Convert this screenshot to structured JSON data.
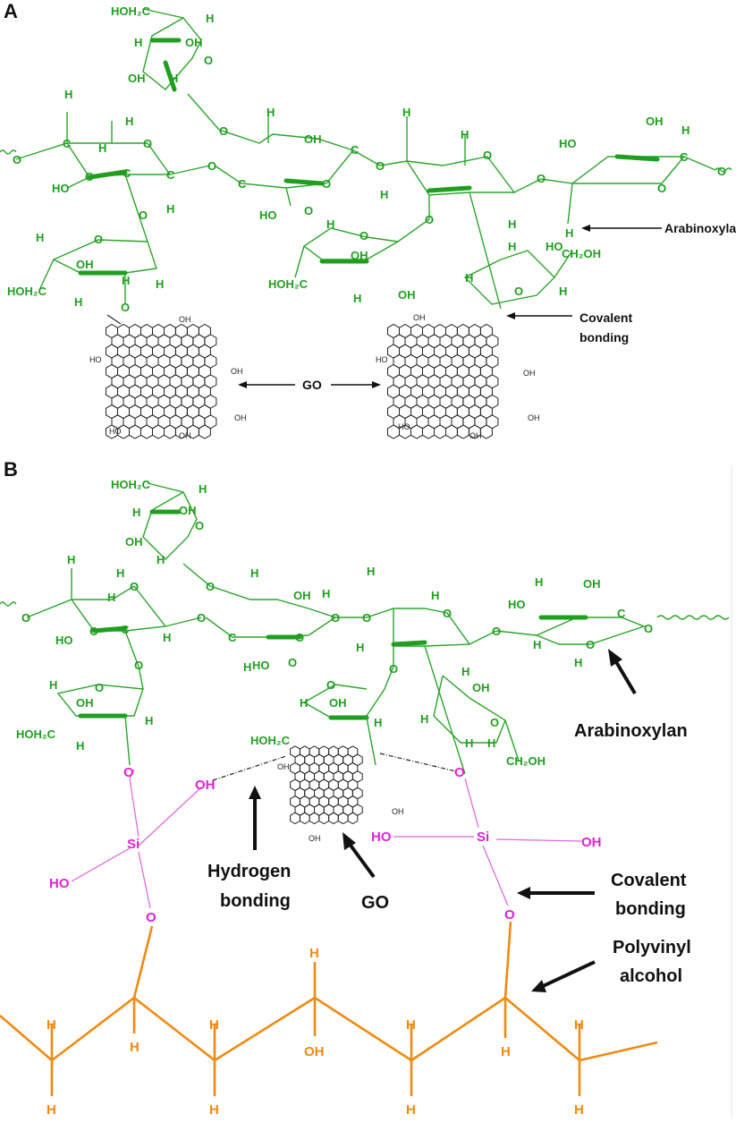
{
  "panels": [
    {
      "letter": "A",
      "labels": {
        "arabinoxylan": "Arabinoxylan",
        "covalent": [
          "Covalent",
          "bonding"
        ],
        "go": "GO"
      }
    },
    {
      "letter": "B",
      "labels": {
        "arabinoxylan": "Arabinoxylan",
        "hydrogen": [
          "Hydrogen",
          "bonding"
        ],
        "go": "GO",
        "covalent": [
          "Covalent",
          "bonding"
        ],
        "pva": [
          "Polyvinyl",
          "alcohol"
        ]
      }
    }
  ],
  "atoms": {
    "H": "H",
    "O": "O",
    "OH": "OH",
    "HO": "HO",
    "C": "C",
    "Si": "Si",
    "HOH2C": "HOH₂C",
    "CH2OH": "CH₂OH",
    "COOH": "OH",
    "colors": {
      "arabinoxylan": "#1f9e1f",
      "silane": "#e020d8",
      "pva": "#f08a12",
      "go": "#222222"
    }
  }
}
